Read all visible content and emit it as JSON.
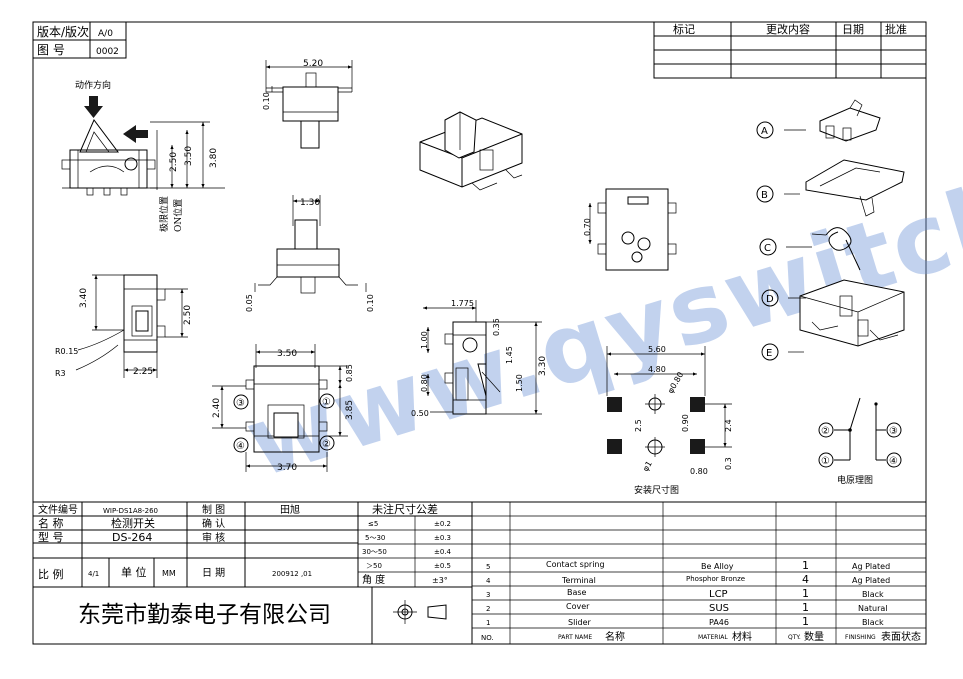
{
  "header": {
    "version_label": "版本/版次",
    "version_value": "A/0",
    "drawing_no_label": "图  号",
    "drawing_no_value": "0002"
  },
  "revision_table": {
    "headers": [
      "标记",
      "更改内容",
      "日期",
      "批准"
    ]
  },
  "drawing": {
    "action_direction": "动作方向",
    "reset_position": "极限位置",
    "on_position": "ON位置",
    "install_dimension": "安装尺寸图",
    "circuit_diagram": "电原理图",
    "dimensions": {
      "d5_20": "5.20",
      "d0_10a": "0.10",
      "d2_50a": "2.50",
      "d3_50a": "3.50",
      "d3_80": "3.80",
      "d1_30": "1.30",
      "d0_05": "0.05",
      "d0_10b": "0.10",
      "d3_40": "3.40",
      "d2_50b": "2.50",
      "r0_15": "R0.15",
      "r3": "R3",
      "d2_25": "2.25",
      "d3_50b": "3.50",
      "d0_85": "0.85",
      "d2_40": "2.40",
      "d3_85": "3.85",
      "d3_70": "3.70",
      "d1_775": "1.775",
      "d0_35": "0.35",
      "d1_00": "1.00",
      "d1_45": "1.45",
      "d3_30": "3.30",
      "d0_80a": "0.80",
      "d1_50": "1.50",
      "d0_50": "0.50",
      "d0_70": "0.70",
      "d5_60": "5.60",
      "d4_80": "4.80",
      "phi0_80": "φ0.80",
      "d2_5": "2.5",
      "d0_90": "0.90",
      "d2_4": "2.4",
      "phi1": "φ1",
      "d0_80b": "0.80",
      "d0_3": "0.3"
    },
    "pins": [
      "①",
      "②",
      "③",
      "④"
    ],
    "parts": [
      "A",
      "B",
      "C",
      "D",
      "E"
    ]
  },
  "watermark": "www.qyswitch.com",
  "title_block": {
    "file_no_label": "文件编号",
    "file_no_value": "WIP-DS1A8-260",
    "drawn_label": "制  图",
    "drawn_value": "田旭",
    "name_label": "名  称",
    "name_value": "检测开关",
    "confirm_label": "确  认",
    "model_label": "型  号",
    "model_value": "DS-264",
    "review_label": "审  核",
    "scale_label": "比  例",
    "scale_value": "4/1",
    "unit_label": "单 位",
    "unit_value": "MM",
    "date_label": "日  期",
    "date_value": "200912 ,01",
    "company": "东莞市勤泰电子有限公司"
  },
  "tolerance_table": {
    "title": "未注尺寸公差",
    "rows": [
      {
        "range": "≤5",
        "tol": "±0.2"
      },
      {
        "range": "5～30",
        "tol": "±0.3"
      },
      {
        "range": "30～50",
        "tol": "±0.4"
      },
      {
        "range": "＞50",
        "tol": "±0.5"
      }
    ],
    "angle_label": "角  度",
    "angle_value": "±3°"
  },
  "bom": {
    "rows": [
      {
        "no": "5",
        "name": "Contact spring",
        "material": "Be Alloy",
        "qty": "1",
        "finish": "Ag  Plated"
      },
      {
        "no": "4",
        "name": "Terminal",
        "material": "Phosphor  Bronze",
        "qty": "4",
        "finish": "Ag  Plated"
      },
      {
        "no": "3",
        "name": "Base",
        "material": "LCP",
        "qty": "1",
        "finish": "Black"
      },
      {
        "no": "2",
        "name": "Cover",
        "material": "SUS",
        "qty": "1",
        "finish": "Natural"
      },
      {
        "no": "1",
        "name": "Slider",
        "material": "PA46",
        "qty": "1",
        "finish": "Black"
      }
    ],
    "header": {
      "no": "NO.",
      "name_en": "PART  NAME",
      "name_cn": "名称",
      "material_en": "MATERIAL",
      "material_cn": "材料",
      "qty_en": "QTY.",
      "qty_cn": "数量",
      "finish_en": "FINISHING",
      "finish_cn": "表面状态"
    }
  }
}
